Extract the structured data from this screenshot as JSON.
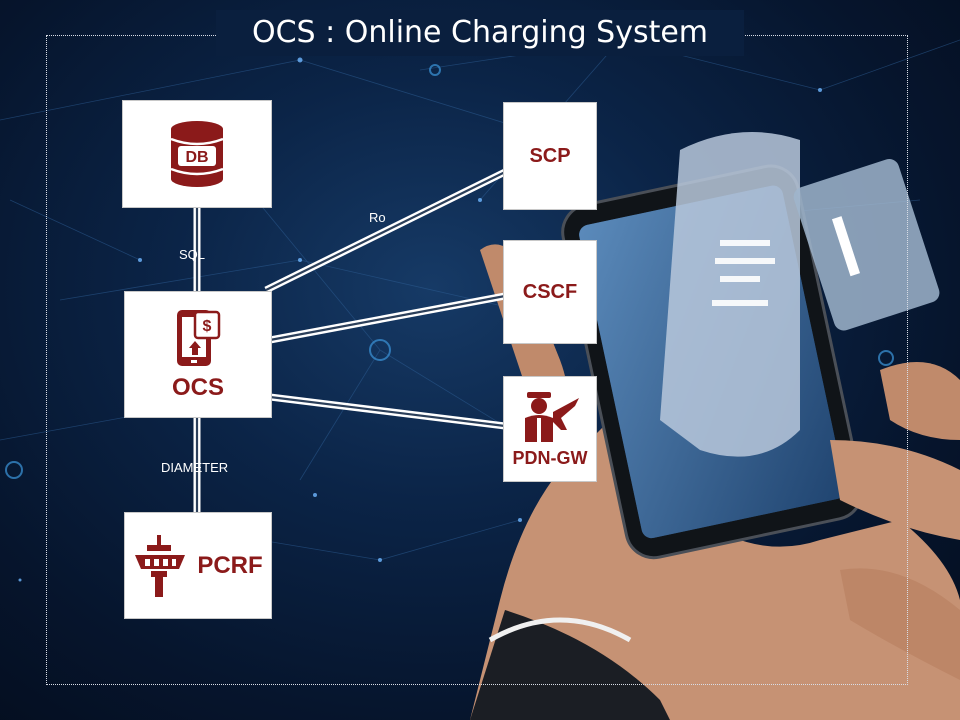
{
  "title": "OCS : Online Charging System",
  "nodes": {
    "db": {
      "icon_text": "DB"
    },
    "ocs": {
      "label": "OCS"
    },
    "pcrf": {
      "label": "PCRF"
    },
    "scp": {
      "label": "SCP"
    },
    "cscf": {
      "label": "CSCF"
    },
    "pdngw": {
      "label": "PDN-GW"
    }
  },
  "links": {
    "sql": "SQL",
    "ro": "Ro",
    "diameter": "DIAMETER"
  },
  "colors": {
    "accent": "#8b1a1a",
    "background": "#0b2447",
    "node_fill": "#ffffff"
  },
  "icons": [
    "database-icon",
    "mobile-payment-icon",
    "control-tower-icon",
    "pilot-airplane-icon"
  ]
}
